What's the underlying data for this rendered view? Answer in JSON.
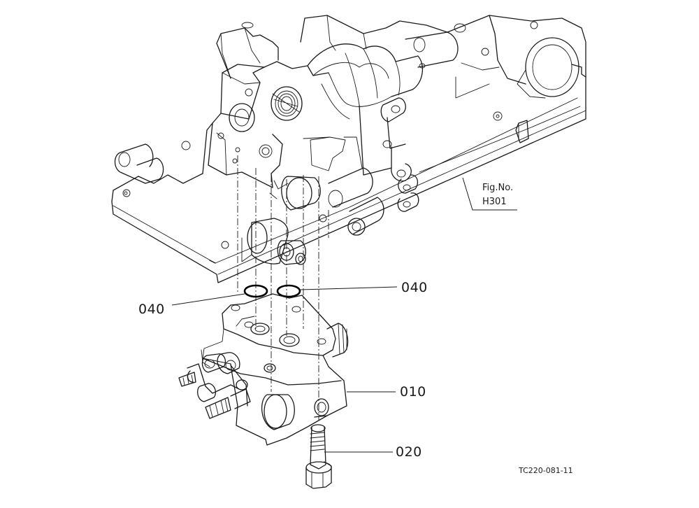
{
  "callouts": [
    {
      "id": "040_left",
      "number": "040"
    },
    {
      "id": "040_right",
      "number": "040"
    },
    {
      "id": "010",
      "number": "010"
    },
    {
      "id": "020",
      "number": "020"
    }
  ],
  "figure_ref": {
    "line1": "Fig.No.",
    "line2": "H301"
  },
  "drawing_code": "TC220-081-11"
}
